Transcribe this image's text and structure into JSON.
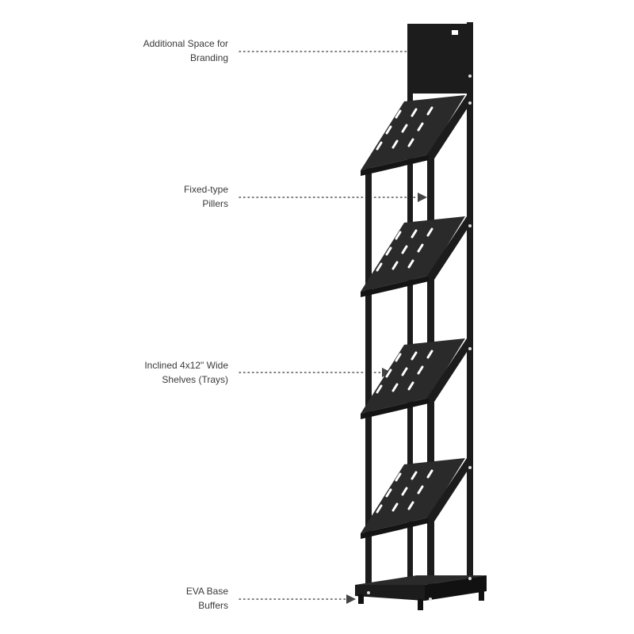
{
  "callouts": [
    {
      "id": "branding",
      "lines": [
        "Additional Space for",
        "Branding"
      ]
    },
    {
      "id": "pillars",
      "lines": [
        "Fixed-type",
        "Pillers"
      ]
    },
    {
      "id": "shelves",
      "lines": [
        "Inclined 4x12\" Wide",
        "Shelves (Trays)"
      ]
    },
    {
      "id": "base",
      "lines": [
        "EVA Base",
        "Buffers"
      ]
    }
  ],
  "colors": {
    "frame": "#1c1c1c",
    "shelf": "#2a2a2a",
    "shelf_shade": "#141414",
    "slot": "#ffffff",
    "label_text": "#3a3a3a",
    "leader": "#555555",
    "arrow": "#444444"
  }
}
